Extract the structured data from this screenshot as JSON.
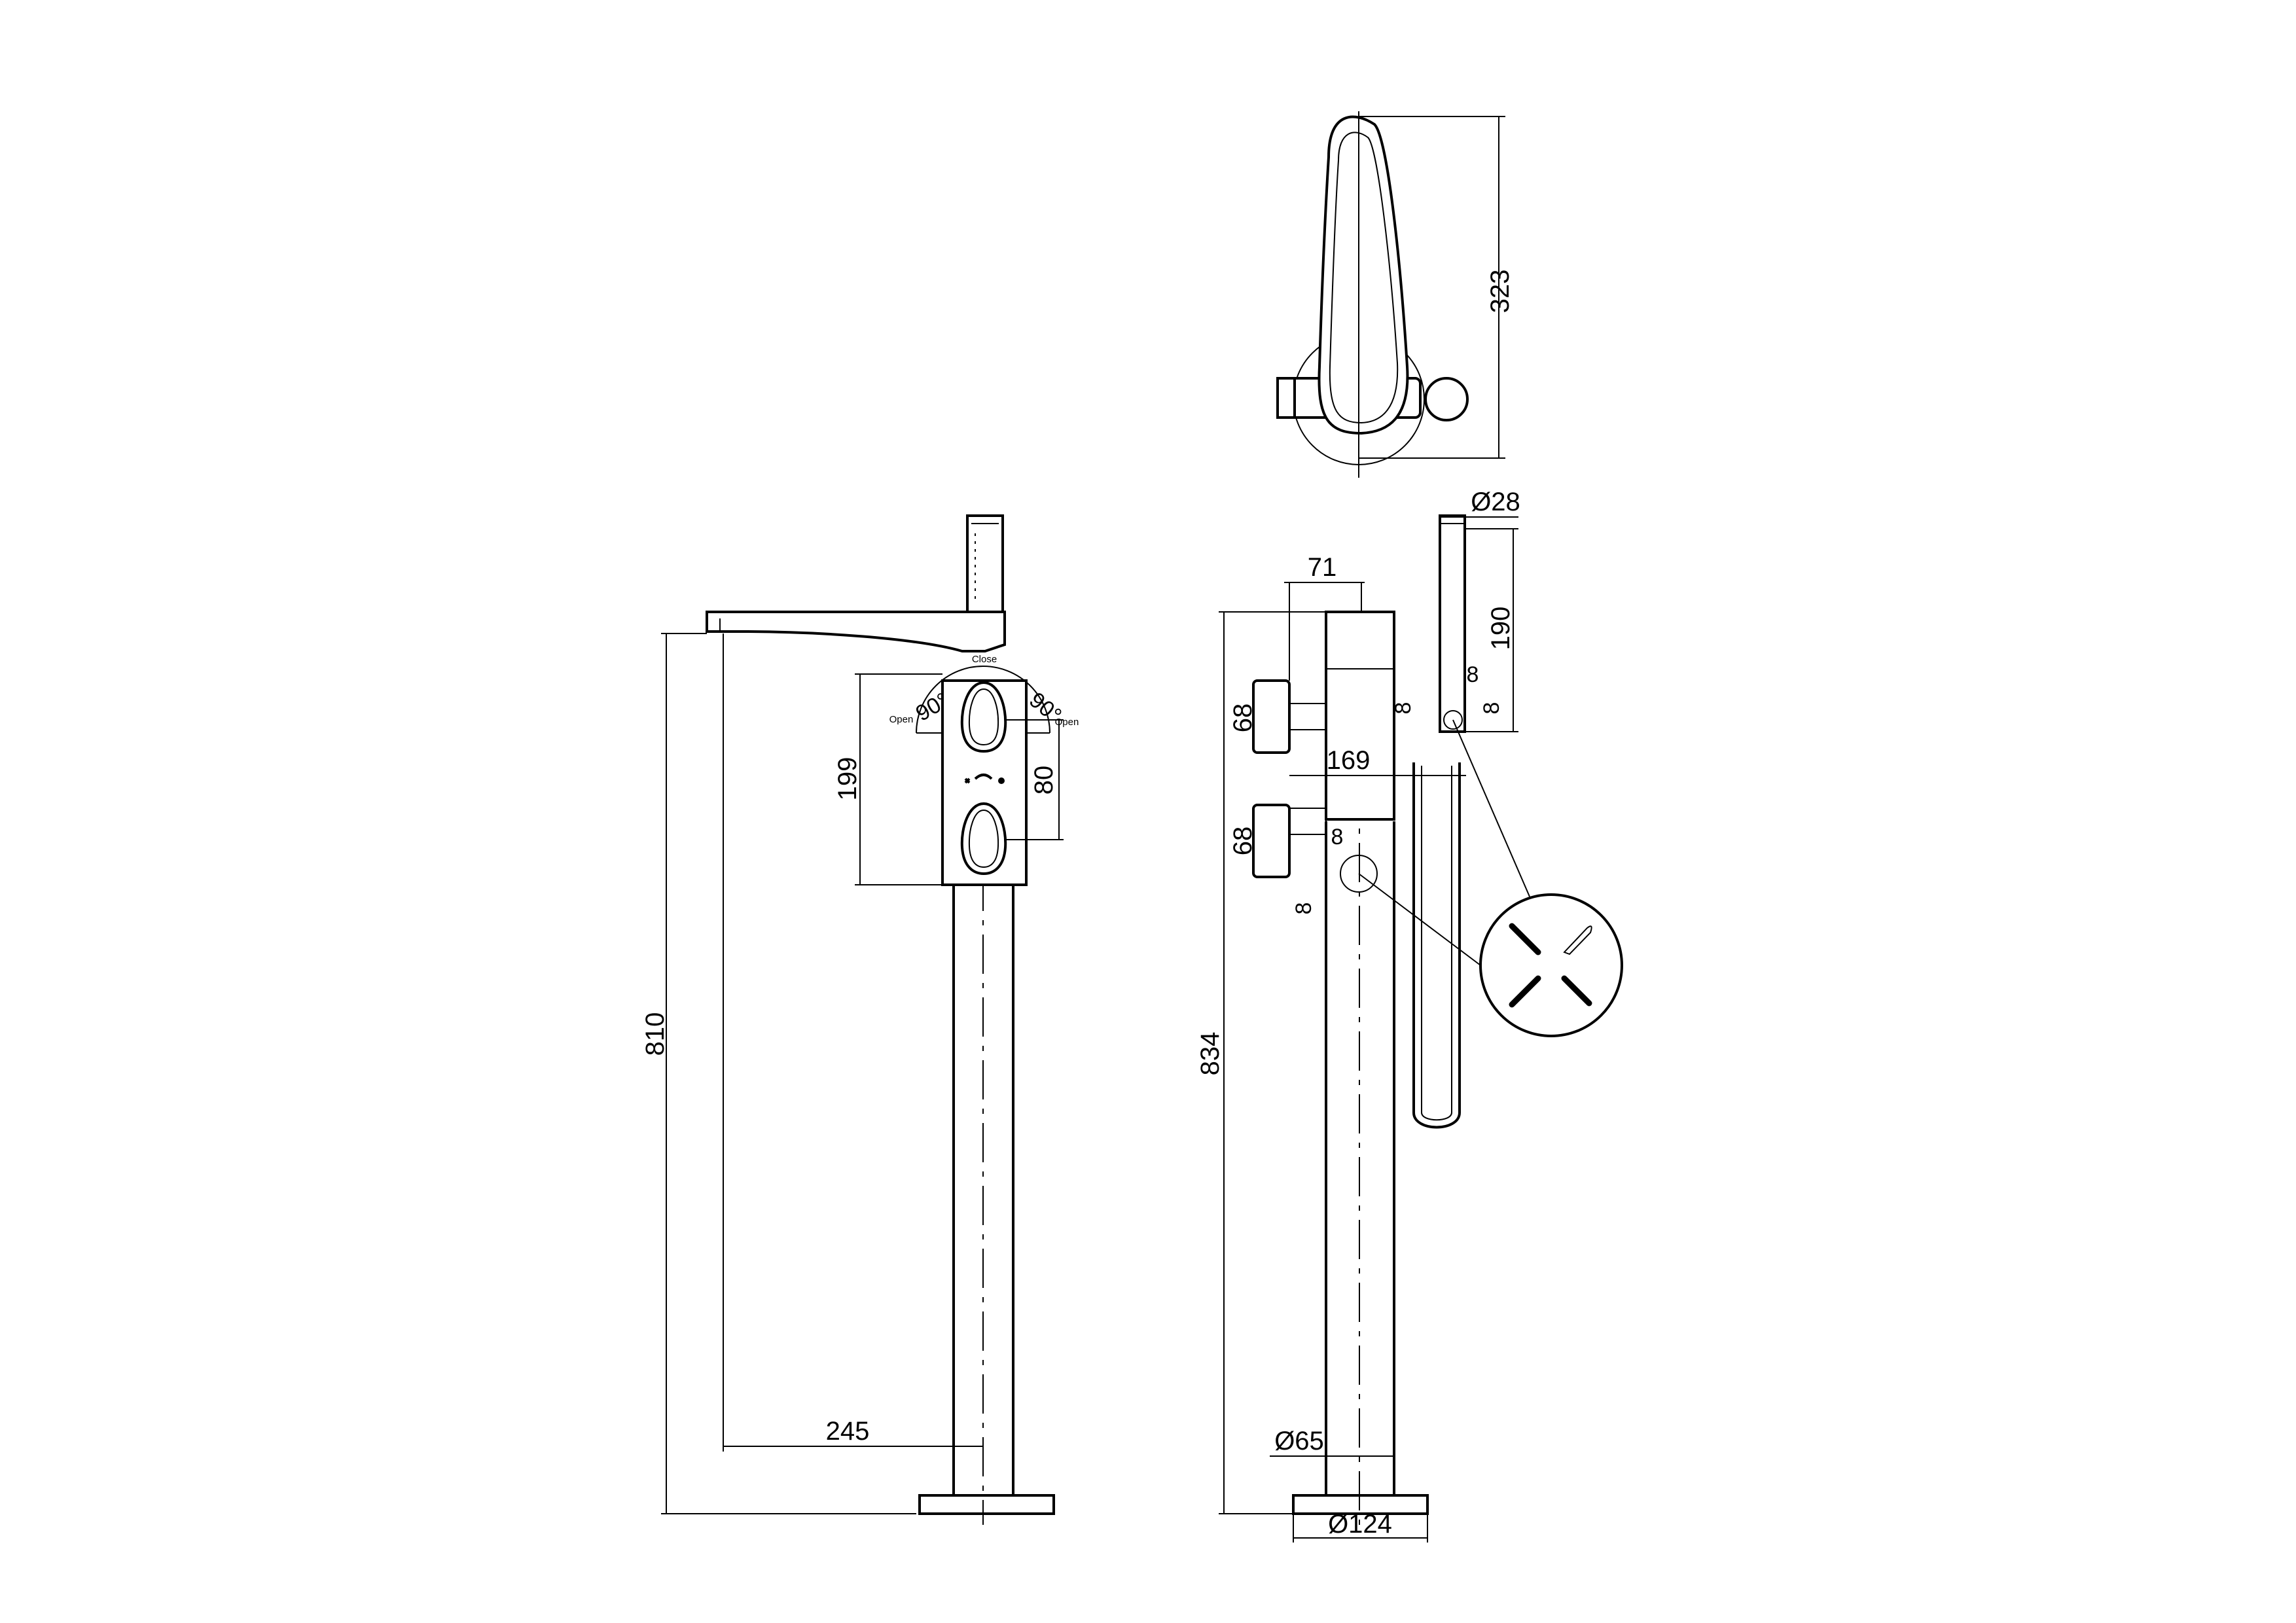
{
  "dimensions": {
    "top_height": "323",
    "hand_shower_diameter": "Ø28",
    "hand_shower_length": "190",
    "spout_projection": "71",
    "handle_height_upper": "68",
    "handle_height_lower": "68",
    "handle_offset": "169",
    "small_8_a": "8",
    "small_8_b": "8",
    "small_8_c": "8",
    "small_8_d": "8",
    "small_8_e": "8",
    "total_height_side": "834",
    "column_diameter": "Ø65",
    "base_diameter": "Ø124",
    "total_height_front": "810",
    "spout_reach": "245",
    "control_panel_height": "199",
    "handle_spacing": "80"
  },
  "rotation_labels": {
    "close": "Close",
    "open_left": "Open",
    "open_right": "Open",
    "angle_left": "90°",
    "angle_right": "90°"
  }
}
